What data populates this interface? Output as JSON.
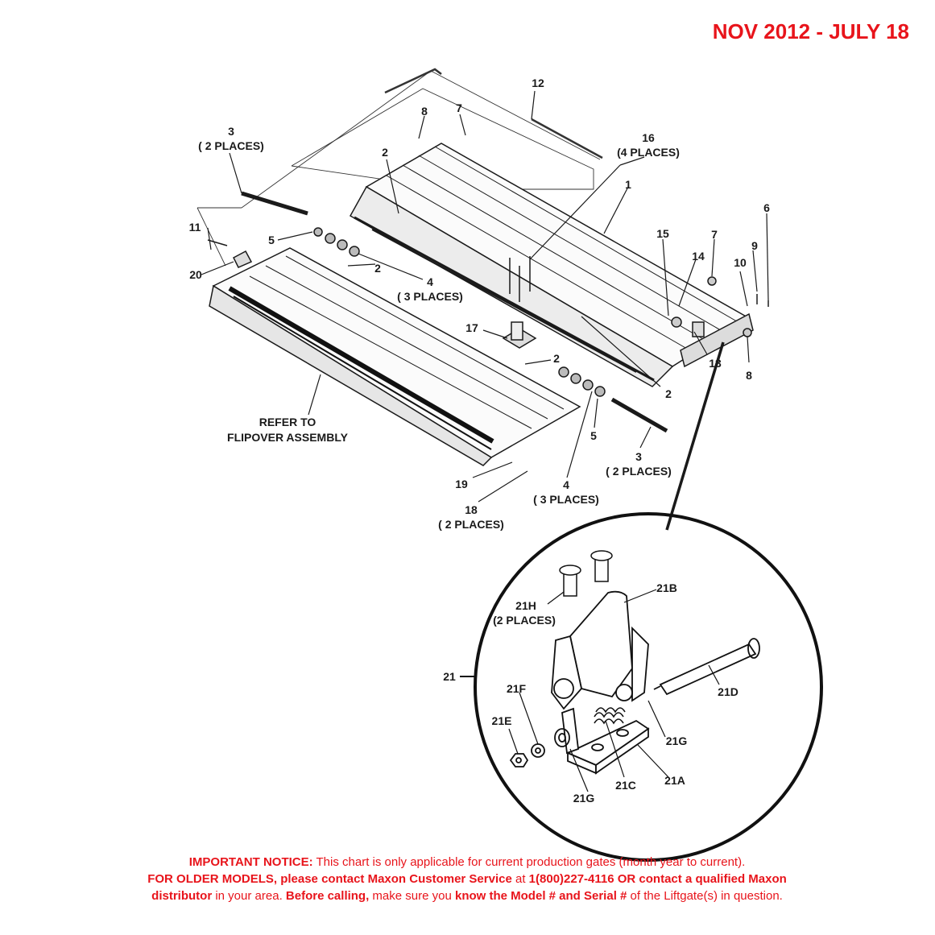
{
  "header": {
    "date_range": "NOV 2012 - JULY 18"
  },
  "labels": {
    "l12": "12",
    "l8a": "8",
    "l7a": "7",
    "l16": "16",
    "l16p": "(4 PLACES)",
    "l3a": "3",
    "l3ap": "( 2 PLACES)",
    "l2a": "2",
    "l1": "1",
    "l6": "6",
    "l11": "11",
    "l5a": "5",
    "l2b": "2",
    "l15": "15",
    "l7b": "7",
    "l9": "9",
    "l14": "14",
    "l10": "10",
    "l20": "20",
    "l4a": "4",
    "l4ap": "( 3 PLACES)",
    "l17": "17",
    "l13": "13",
    "l8b": "8",
    "l2c": "2",
    "l2d": "2",
    "refer1": "REFER TO",
    "refer2": "FLIPOVER ASSEMBLY",
    "l5b": "5",
    "l3b": "3",
    "l3bp": "( 2 PLACES)",
    "l19": "19",
    "l4b": "4",
    "l4bp": "( 3 PLACES)",
    "l18": "18",
    "l18p": "( 2 PLACES)",
    "l21": "21",
    "l21b": "21B",
    "l21h": "21H",
    "l21hp": "(2 PLACES)",
    "l21f": "21F",
    "l21d": "21D",
    "l21e": "21E",
    "l21g1": "21G",
    "l21g2": "21G",
    "l21c": "21C",
    "l21a": "21A"
  },
  "notice": {
    "line1_bold": "IMPORTANT NOTICE:",
    "line1_text": " This chart is only applicable for current production gates (month year to current).",
    "line2_bold_a": "FOR OLDER MODELS, please contact Maxon Customer Service",
    "line2_text_a": " at ",
    "line2_bold_b": "1(800)227-4116 OR contact a qualified Maxon",
    "line3_bold_a": "distributor",
    "line3_text_a": " in your area",
    "line3_text_b": ". ",
    "line3_bold_b": "Before calling,",
    "line3_text_c": " make sure you ",
    "line3_bold_c": "know the Model # and Serial #",
    "line3_text_d": " of the Liftgate(s) in question",
    "line3_text_e": "."
  }
}
